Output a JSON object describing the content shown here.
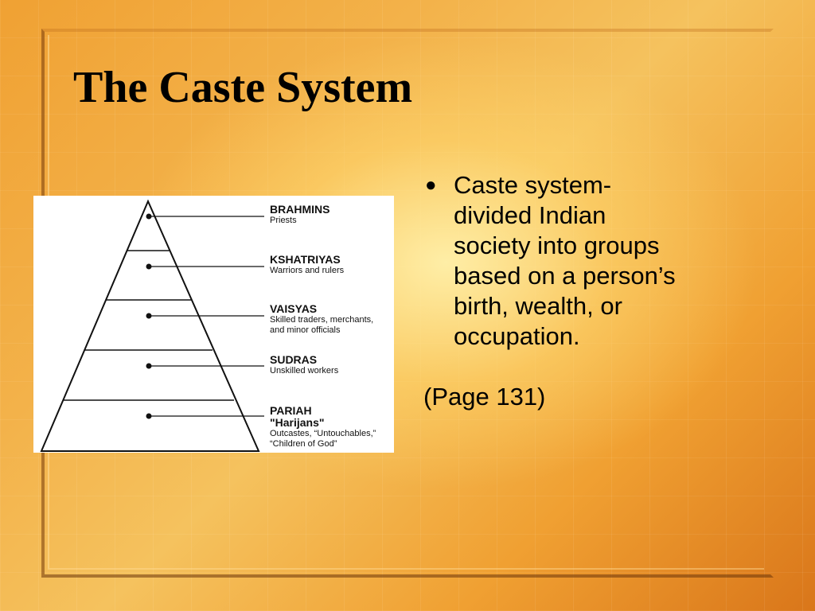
{
  "slide": {
    "title": "The Caste System"
  },
  "diagram": {
    "levels": [
      {
        "name": "BRAHMINS",
        "description": "Priests"
      },
      {
        "name": "KSHATRIYAS",
        "description": "Warriors and rulers"
      },
      {
        "name": "VAISYAS",
        "description": "Skilled traders, merchants,",
        "description2": "and minor officials"
      },
      {
        "name": "SUDRAS",
        "description": "Unskilled workers"
      },
      {
        "name": "PARIAH",
        "nickname": "\"Harijans\"",
        "description": "Outcastes, “Untouchables,”",
        "description2": "“Children of God”"
      }
    ]
  },
  "content": {
    "bullet_text": "Caste system- divided Indian society into groups based on a person’s birth, wealth, or occupation.",
    "bullet_lines": [
      "Caste system-",
      "divided Indian",
      "society into groups",
      "based on a person’s",
      "birth, wealth, or",
      "occupation."
    ],
    "page_reference": "(Page 131)"
  },
  "colors": {
    "background_light": "#f5c25e",
    "background_dark": "#d9761a",
    "text": "#000000",
    "diagram_bg": "#ffffff"
  }
}
